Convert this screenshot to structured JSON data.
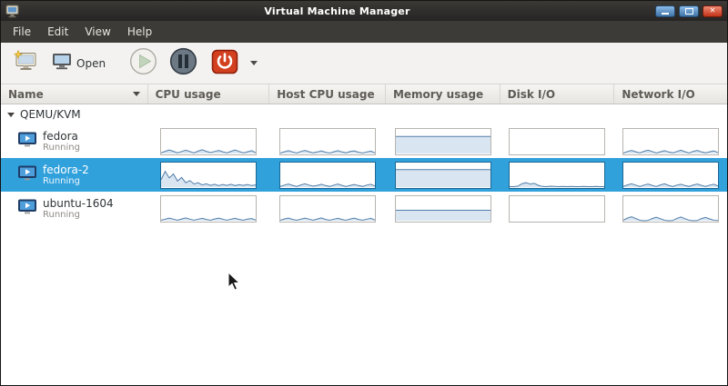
{
  "window": {
    "title": "Virtual Machine Manager"
  },
  "menu": {
    "items": [
      "File",
      "Edit",
      "View",
      "Help"
    ]
  },
  "toolbar": {
    "open_label": "Open"
  },
  "columns": [
    "Name",
    "CPU usage",
    "Host CPU usage",
    "Memory usage",
    "Disk I/O",
    "Network I/O"
  ],
  "tree": {
    "group_label": "QEMU/KVM",
    "vms": [
      {
        "name": "fedora",
        "status": "Running",
        "selected": false,
        "charts": {
          "cpu": [
            3,
            10,
            16,
            10,
            3,
            9,
            15,
            9,
            3,
            11,
            17,
            10,
            4,
            9,
            14,
            8,
            3,
            10,
            16,
            9,
            3,
            8,
            13,
            4
          ],
          "host_cpu": [
            2,
            8,
            13,
            7,
            2,
            9,
            14,
            8,
            3,
            7,
            12,
            6,
            2,
            8,
            13,
            7,
            3,
            9,
            12,
            6,
            2,
            7,
            11,
            3
          ],
          "memory": [
            78,
            78,
            78,
            78,
            78,
            78,
            78,
            78
          ],
          "disk": [
            0,
            0,
            0,
            0,
            0,
            0,
            0,
            0
          ],
          "network": [
            2,
            9,
            14,
            8,
            3,
            10,
            15,
            9,
            2,
            8,
            13,
            7,
            3,
            9,
            15,
            8,
            2,
            10,
            14,
            7,
            3,
            8,
            12,
            4
          ]
        }
      },
      {
        "name": "fedora-2",
        "status": "Running",
        "selected": true,
        "charts": {
          "cpu": [
            34,
            72,
            42,
            60,
            28,
            44,
            20,
            30,
            14,
            20,
            10,
            15,
            8,
            13,
            7,
            12,
            8,
            13,
            7,
            11,
            8,
            12,
            7,
            10
          ],
          "host_cpu": [
            3,
            9,
            14,
            8,
            3,
            10,
            15,
            9,
            4,
            8,
            13,
            7,
            3,
            9,
            14,
            8,
            3,
            8,
            12,
            7,
            3,
            9,
            13,
            5
          ],
          "memory": [
            80,
            80,
            80,
            80,
            80,
            80,
            80,
            80
          ],
          "disk": [
            2,
            2,
            4,
            16,
            20,
            14,
            17,
            8,
            3,
            2,
            4,
            3,
            2,
            3,
            2,
            3,
            2,
            2,
            3,
            2,
            2,
            3,
            2,
            2
          ],
          "network": [
            3,
            10,
            15,
            9,
            3,
            9,
            14,
            8,
            3,
            10,
            15,
            8,
            3,
            9,
            13,
            7,
            3,
            10,
            14,
            8,
            3,
            9,
            13,
            5
          ]
        }
      },
      {
        "name": "ubuntu-1604",
        "status": "Running",
        "selected": false,
        "charts": {
          "cpu": [
            2,
            7,
            12,
            7,
            2,
            8,
            13,
            7,
            2,
            7,
            11,
            6,
            2,
            8,
            12,
            7,
            2,
            7,
            11,
            6,
            2,
            7,
            10,
            3
          ],
          "host_cpu": [
            2,
            8,
            12,
            6,
            2,
            7,
            12,
            7,
            2,
            8,
            13,
            6,
            2,
            7,
            11,
            6,
            2,
            8,
            12,
            6,
            2,
            7,
            11,
            3
          ],
          "memory": [
            48,
            48,
            48,
            48,
            48,
            48,
            48,
            48
          ],
          "disk": [
            0,
            0,
            0,
            0,
            0,
            0,
            0,
            0
          ],
          "network": [
            2,
            12,
            18,
            10,
            2,
            0,
            1,
            10,
            16,
            9,
            2,
            0,
            1,
            11,
            17,
            9,
            2,
            0,
            1,
            10,
            15,
            8,
            2,
            1
          ]
        }
      }
    ]
  },
  "colors": {
    "selection": "#31a1dc",
    "spark_line": "#527ea8",
    "spark_fill": "#d9e6f2",
    "titlebar": "#2b2a28",
    "menubar": "#3c3b37"
  }
}
